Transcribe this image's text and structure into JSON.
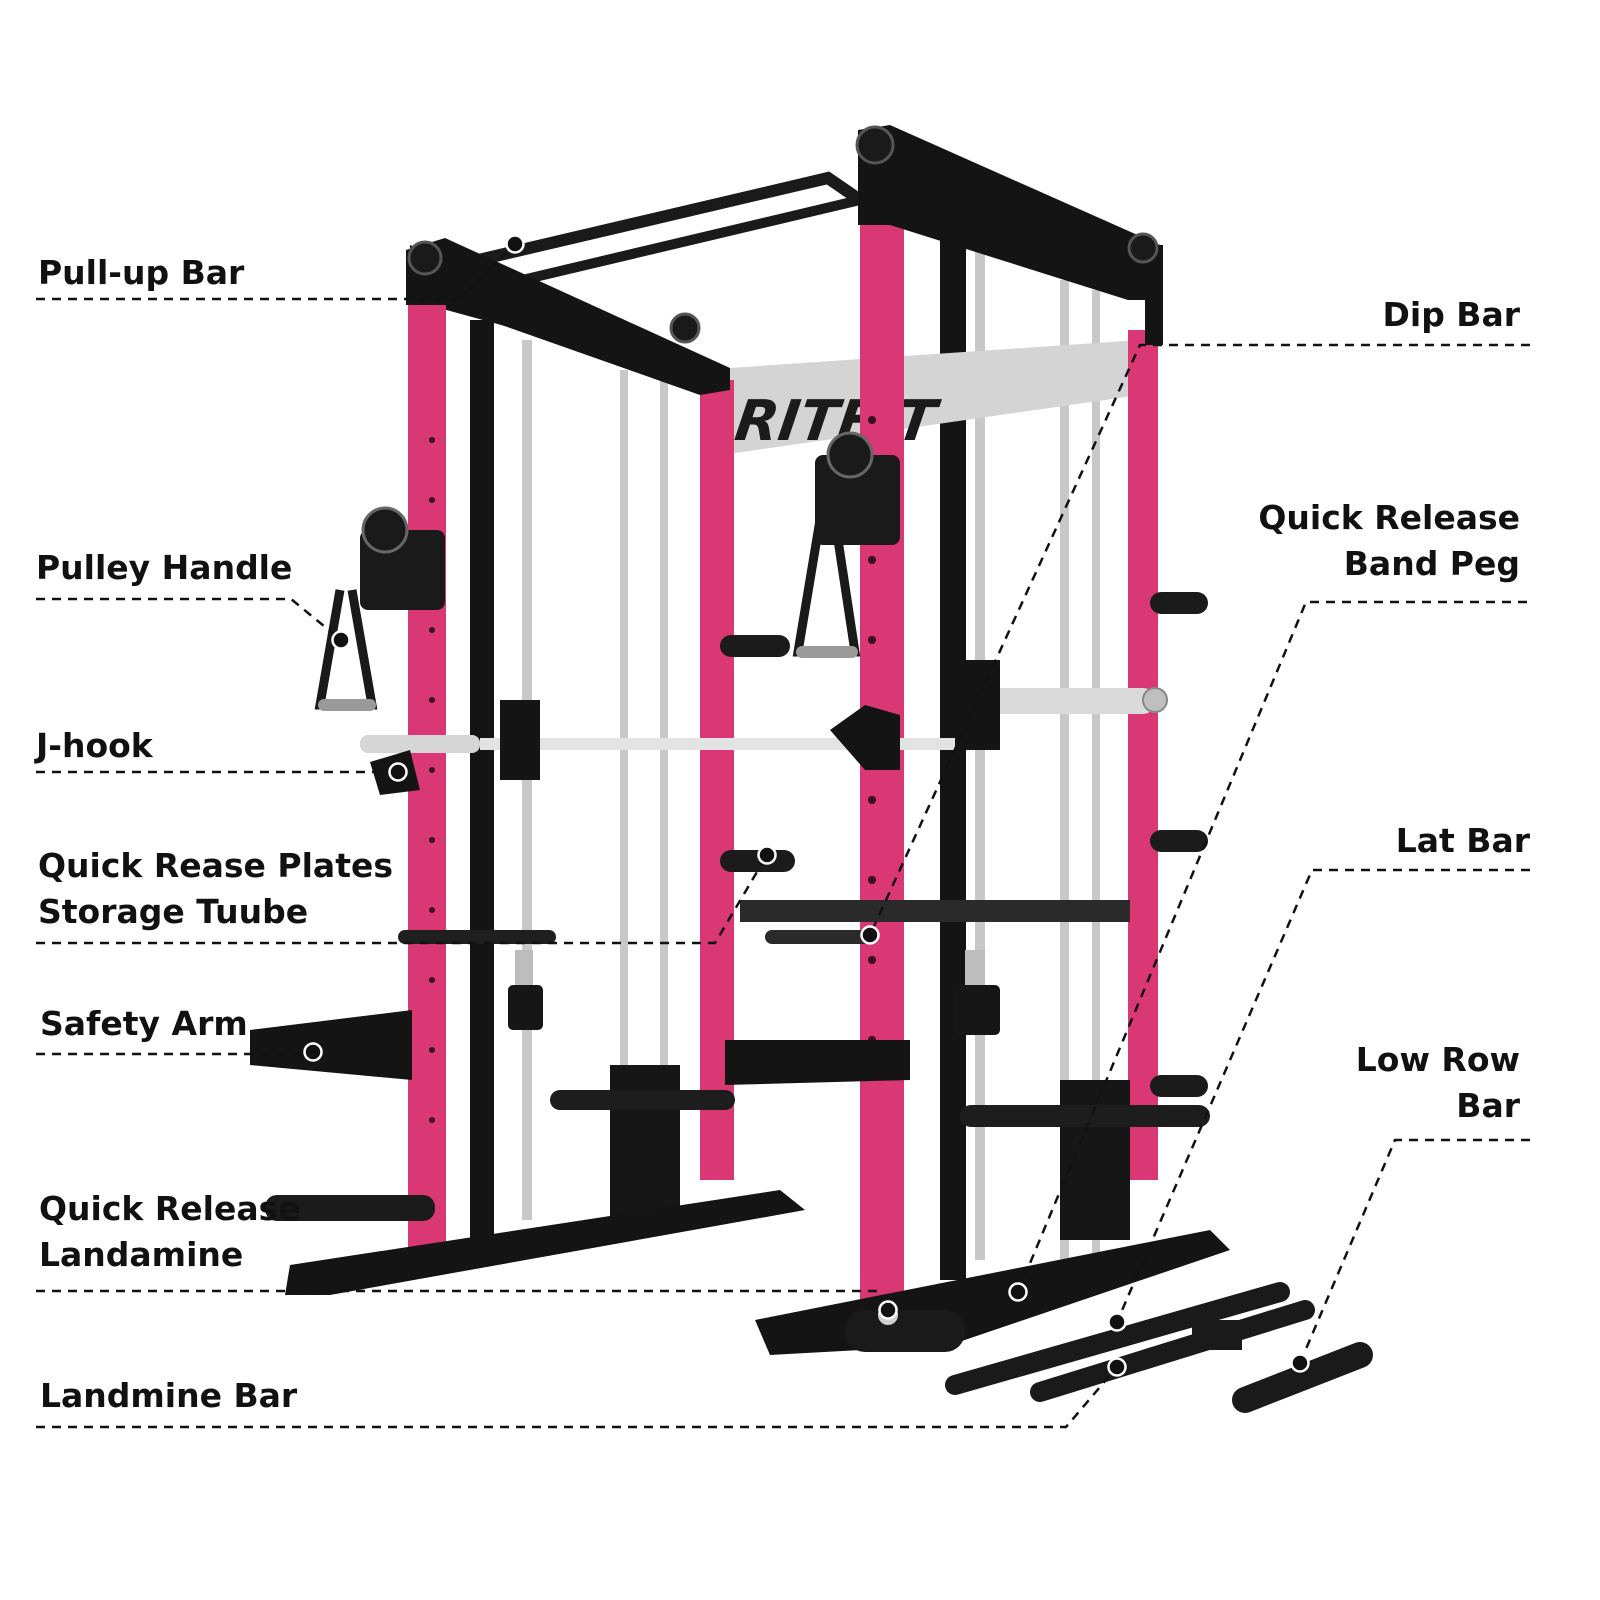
{
  "product": {
    "logo_text": "RITFIT"
  },
  "colors": {
    "frame_accent": "#d93874",
    "frame_black": "#141414",
    "steel": "#cfcfcf",
    "callout_line": "#111111",
    "background": "#ffffff"
  },
  "callouts_left": [
    {
      "id": "pull-up-bar",
      "lines": [
        "Pull-up Bar"
      ]
    },
    {
      "id": "pulley-handle",
      "lines": [
        "Pulley Handle"
      ]
    },
    {
      "id": "j-hook",
      "lines": [
        "J-hook"
      ]
    },
    {
      "id": "plates-storage",
      "lines": [
        "Quick Rease Plates",
        "Storage Tuube"
      ]
    },
    {
      "id": "safety-arm",
      "lines": [
        "Safety Arm"
      ]
    },
    {
      "id": "landamine",
      "lines": [
        "Quick Release",
        "Landamine"
      ]
    },
    {
      "id": "landmine-bar",
      "lines": [
        "Landmine Bar"
      ]
    }
  ],
  "callouts_right": [
    {
      "id": "dip-bar",
      "lines": [
        "Dip Bar"
      ]
    },
    {
      "id": "band-peg",
      "lines": [
        "Quick Release",
        "Band Peg"
      ]
    },
    {
      "id": "lat-bar",
      "lines": [
        "Lat Bar"
      ]
    },
    {
      "id": "low-row-bar",
      "lines": [
        "Low Row",
        "Bar"
      ]
    }
  ]
}
